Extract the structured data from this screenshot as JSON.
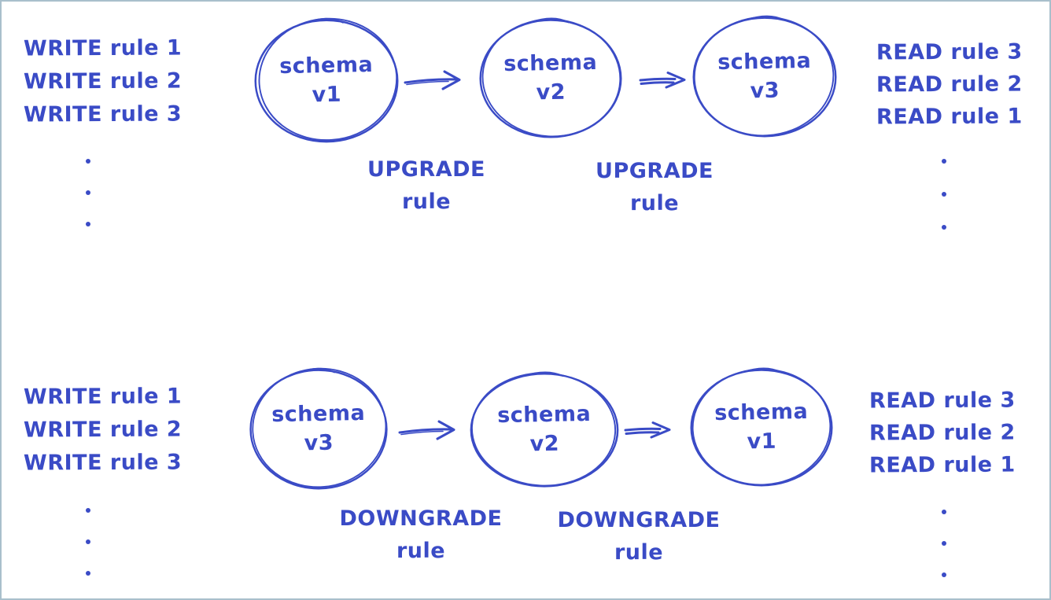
{
  "colors": {
    "ink": "#3a4bc6",
    "border": "#a9bfcc",
    "background": "#ffffff"
  },
  "sections": {
    "top": {
      "write_rules": [
        "WRITE rule 1",
        "WRITE rule 2",
        "WRITE rule 3"
      ],
      "read_rules": [
        "READ rule 3",
        "READ rule 2",
        "READ rule 1"
      ],
      "nodes": [
        {
          "title": "schema",
          "version": "v1"
        },
        {
          "title": "schema",
          "version": "v2"
        },
        {
          "title": "schema",
          "version": "v3"
        }
      ],
      "edge_labels": [
        {
          "name": "UPGRADE",
          "sub": "rule"
        },
        {
          "name": "UPGRADE",
          "sub": "rule"
        }
      ]
    },
    "bottom": {
      "write_rules": [
        "WRITE rule 1",
        "WRITE rule 2",
        "WRITE rule 3"
      ],
      "read_rules": [
        "READ rule 3",
        "READ rule 2",
        "READ rule 1"
      ],
      "nodes": [
        {
          "title": "schema",
          "version": "v3"
        },
        {
          "title": "schema",
          "version": "v2"
        },
        {
          "title": "schema",
          "version": "v1"
        }
      ],
      "edge_labels": [
        {
          "name": "DOWNGRADE",
          "sub": "rule"
        },
        {
          "name": "DOWNGRADE",
          "sub": "rule"
        }
      ]
    }
  }
}
